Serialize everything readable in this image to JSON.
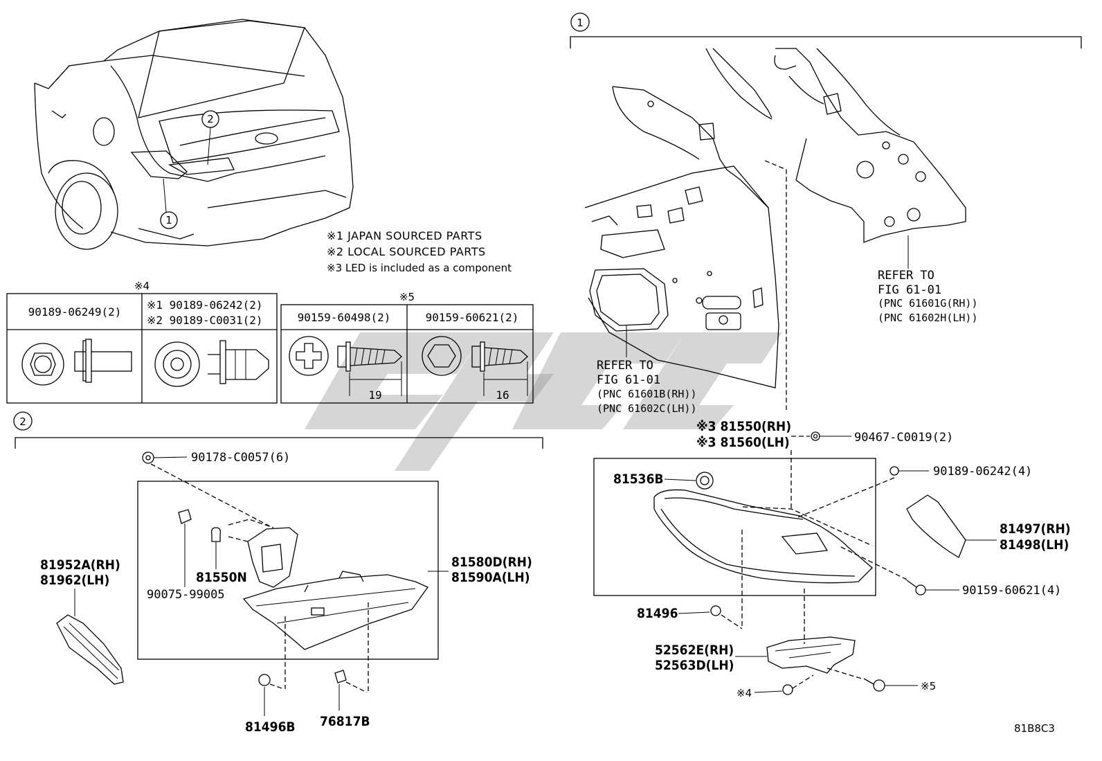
{
  "notes": {
    "n1": "※1 JAPAN SOURCED PARTS",
    "n2": "※2 LOCAL SOURCED PARTS",
    "n3": "※3 LED is included as a component"
  },
  "section_marks": {
    "one": "1",
    "two": "2"
  },
  "clip_table": {
    "group_mark": "※4",
    "col1": "90189-06249(2)",
    "col2_l1": "※1 90189-06242(2)",
    "col2_l2": "※2 90189-C0031(2)"
  },
  "screw_table": {
    "group_mark": "※5",
    "col1": "90159-60498(2)",
    "col2": "90159-60621(2)",
    "len1": "19",
    "len2": "16"
  },
  "refer_right": {
    "l1": "REFER TO",
    "l2": "FIG 61-01",
    "l3": "(PNC 61601G(RH))",
    "l4": "(PNC 61602H(LH))"
  },
  "refer_left": {
    "l1": "REFER TO",
    "l2": "FIG 61-01",
    "l3": "(PNC 61601B(RH))",
    "l4": "(PNC 61602C(LH))"
  },
  "parts": {
    "p81550": "※3 81550(RH)",
    "p81560": "※3 81560(LH)",
    "p90467": "90467-C0019(2)",
    "p81536B": "81536B",
    "p90189_06242_4": "90189-06242(4)",
    "p81497": "81497(RH)",
    "p81498": "81498(LH)",
    "p90159_60621_4": "90159-60621(4)",
    "p81496": "81496",
    "p52562E": "52562E(RH)",
    "p52563D": "52563D(LH)",
    "p_mark4": "※4",
    "p_mark5": "※5",
    "p90178": "90178-C0057(6)",
    "p81952A": "81952A(RH)",
    "p81962": "81962(LH)",
    "p90075": "90075-99005",
    "p81550N": "81550N",
    "p81580D": "81580D(RH)",
    "p81590A": "81590A(LH)",
    "p81496B": "81496B",
    "p76817B": "76817B"
  },
  "figure_code": "81B8C3"
}
